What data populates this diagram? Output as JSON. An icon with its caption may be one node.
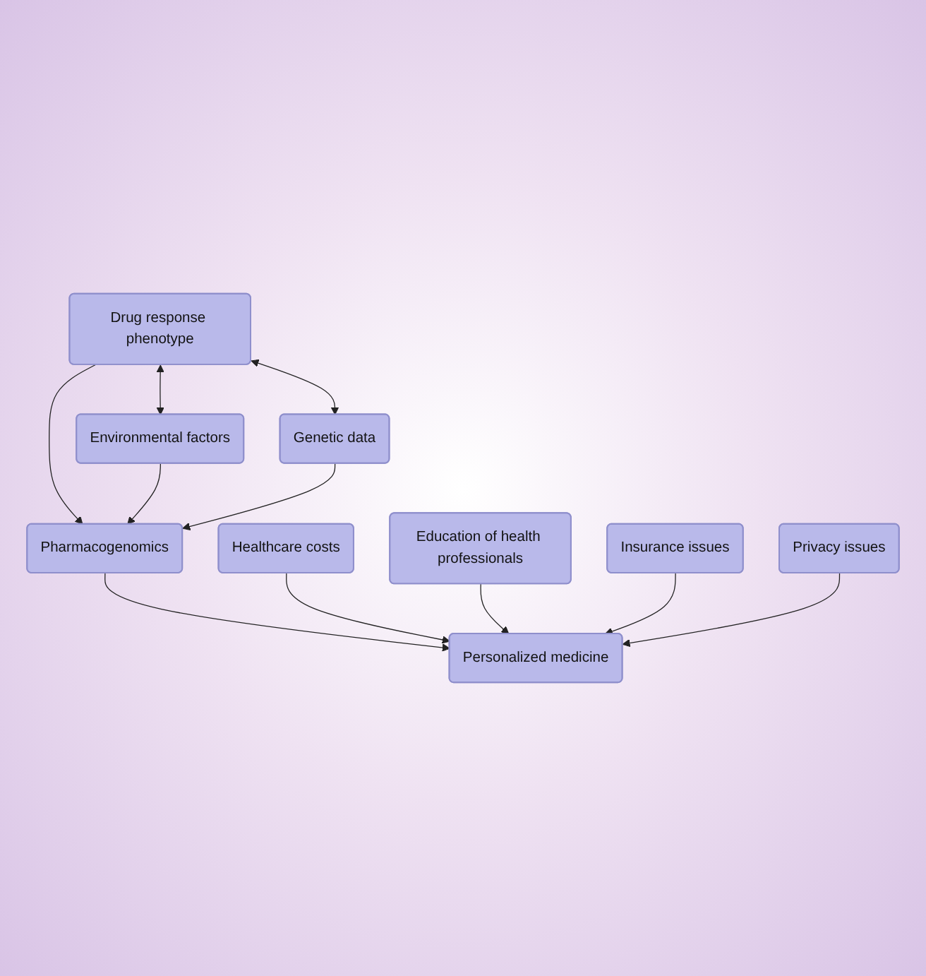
{
  "diagram": {
    "nodes": [
      {
        "text": [
          "Drug response phenotype"
        ]
      },
      {
        "text": [
          "Environmental factors"
        ]
      },
      {
        "text": [
          "Genetic data"
        ]
      },
      {
        "text": [
          "Pharmacogenomics"
        ]
      },
      {
        "text": [
          "Healthcare costs"
        ]
      },
      {
        "text": [
          "Education of health professionals"
        ]
      },
      {
        "text": [
          "Insurance issues"
        ]
      },
      {
        "text": [
          "Privacy issues"
        ]
      },
      {
        "text": [
          "Personalized medicine"
        ]
      }
    ],
    "edges": [
      {
        "from": 0,
        "to": 1,
        "arrow": "both"
      },
      {
        "from": 0,
        "to": 2,
        "arrow": "both"
      },
      {
        "from": 0,
        "to": 3,
        "arrow": "to"
      },
      {
        "from": 1,
        "to": 3,
        "arrow": "to"
      },
      {
        "from": 2,
        "to": 3,
        "arrow": "to"
      },
      {
        "from": 3,
        "to": 8,
        "arrow": "to"
      },
      {
        "from": 4,
        "to": 8,
        "arrow": "to"
      },
      {
        "from": 5,
        "to": 8,
        "arrow": "to"
      },
      {
        "from": 6,
        "to": 8,
        "arrow": "to"
      },
      {
        "from": 7,
        "to": 8,
        "arrow": "to"
      }
    ]
  }
}
